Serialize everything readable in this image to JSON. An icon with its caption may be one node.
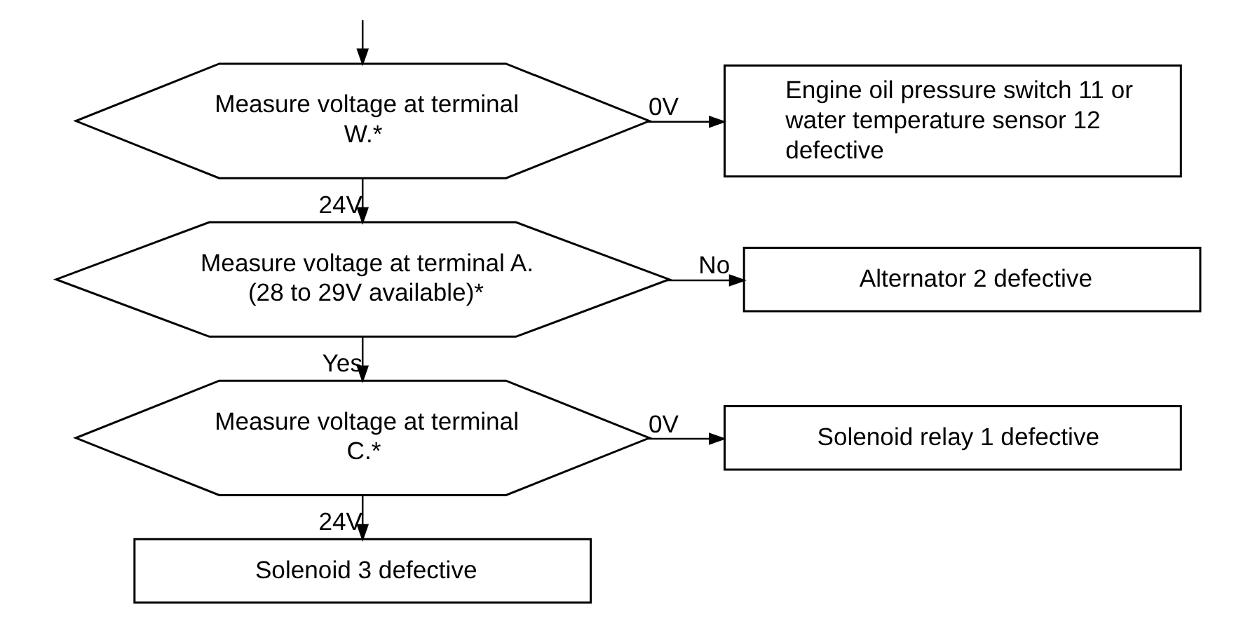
{
  "diagram": {
    "nodes": [
      {
        "text": [
          "Measure voltage at terminal W.*"
        ]
      },
      {
        "text": [
          "Engine oil pressure switch 11 or water temperature sensor 12 defective"
        ]
      },
      {
        "text": [
          "Measure voltage at terminal A. (28 to 29V available)*"
        ]
      },
      {
        "text": [
          "Alternator 2 defective"
        ]
      },
      {
        "text": [
          "Measure voltage at terminal C.*"
        ]
      },
      {
        "text": [
          "Solenoid relay 1 defective"
        ]
      },
      {
        "text": [
          "Solenoid 3 defective"
        ]
      }
    ],
    "edges": [
      {
        "from": null,
        "to": 0,
        "arrow": "to"
      },
      {
        "from": 0,
        "to": 1,
        "label": "0V",
        "arrow": "to"
      },
      {
        "from": 0,
        "to": 2,
        "label": "24V",
        "arrow": "to"
      },
      {
        "from": 2,
        "to": 3,
        "label": "No",
        "arrow": "to"
      },
      {
        "from": 2,
        "to": 4,
        "label": "Yes",
        "arrow": "to"
      },
      {
        "from": 4,
        "to": 5,
        "label": "0V",
        "arrow": "to"
      },
      {
        "from": 4,
        "to": 6,
        "label": "24V",
        "arrow": "to"
      }
    ]
  }
}
